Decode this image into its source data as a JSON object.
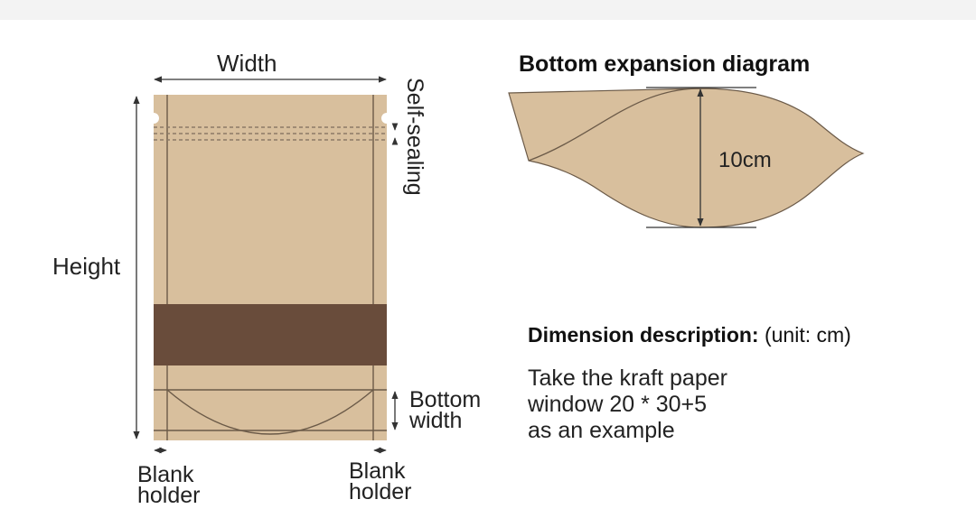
{
  "bag_diagram": {
    "width_label": "Width",
    "height_label": "Height",
    "self_sealing_label": "Self-sealing",
    "bottom_width_label_line1": "Bottom",
    "bottom_width_label_line2": "width",
    "blank_holder_left_line1": "Blank",
    "blank_holder_left_line2": "holder",
    "blank_holder_right_line1": "Blank",
    "blank_holder_right_line2": "holder"
  },
  "expansion_diagram": {
    "title": "Bottom expansion diagram",
    "measure_label": "10cm"
  },
  "description": {
    "heading": "Dimension description:",
    "unit": "(unit: cm)",
    "line1": "Take the kraft paper",
    "line2": "window 20 * 30+5",
    "line3": "as an example"
  },
  "colors": {
    "kraft": "#d8bf9d",
    "window": "#694c3b",
    "line": "#6b5a48"
  }
}
